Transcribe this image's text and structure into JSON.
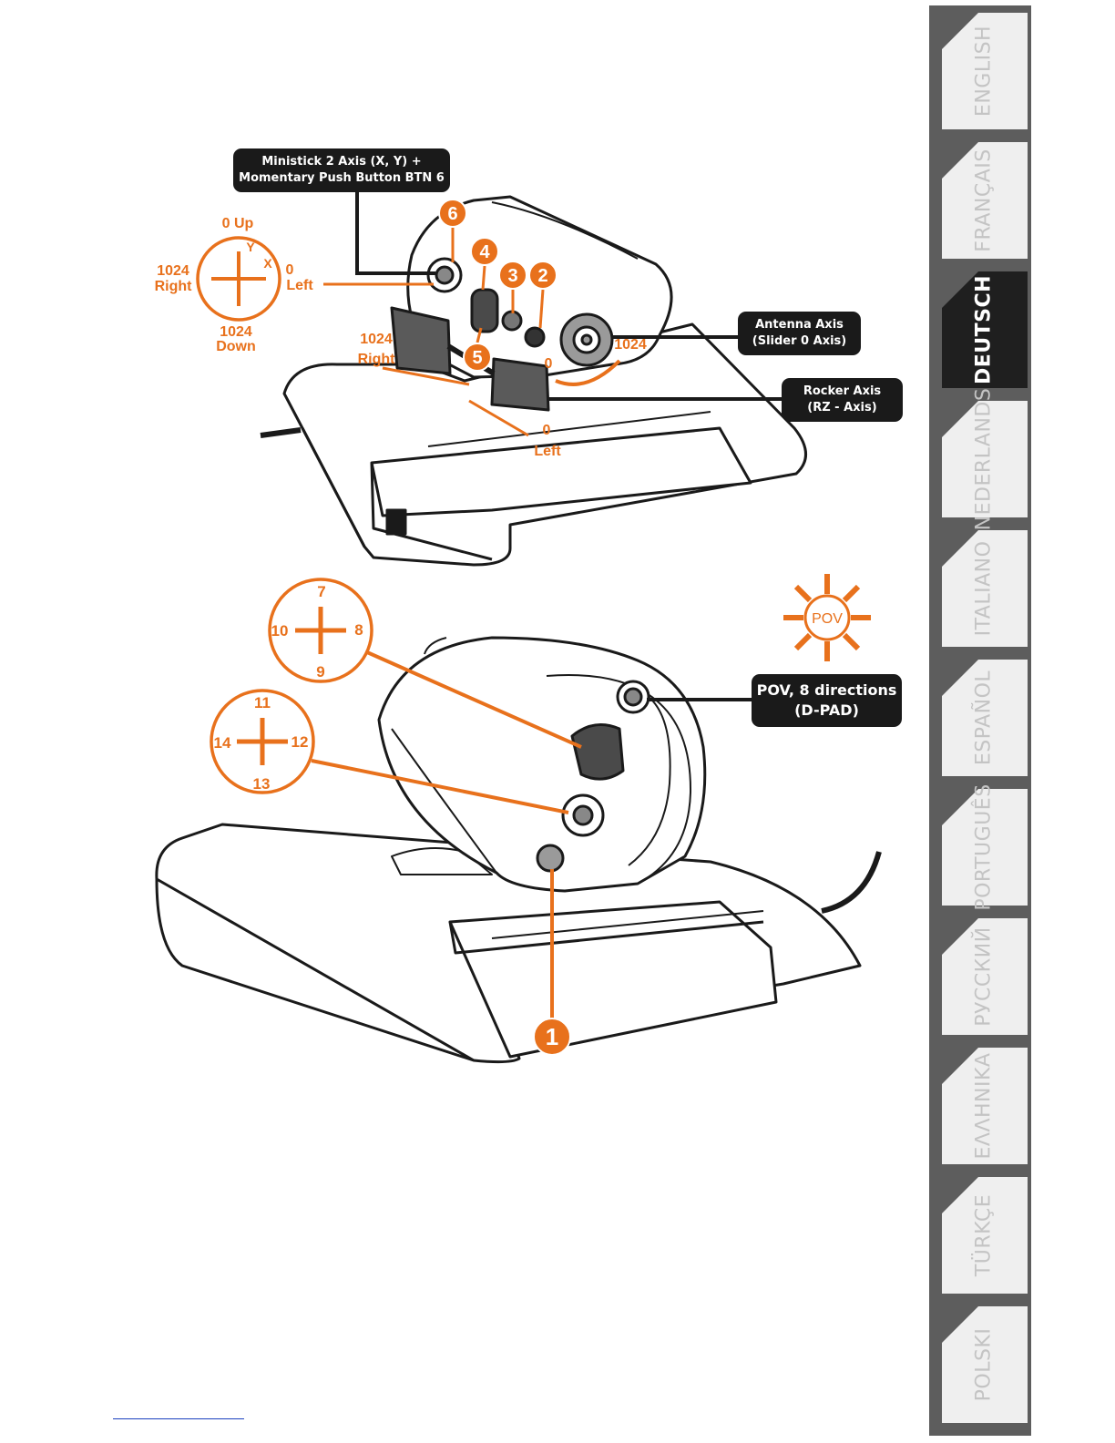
{
  "language_tabs": [
    {
      "label": "ENGLISH",
      "active": false
    },
    {
      "label": "FRANÇAIS",
      "active": false
    },
    {
      "label": "DEUTSCH",
      "active": true
    },
    {
      "label": "NEDERLANDS",
      "active": false
    },
    {
      "label": "ITALIANO",
      "active": false
    },
    {
      "label": "ESPAÑOL",
      "active": false
    },
    {
      "label": "PORTUGUÊS",
      "active": false
    },
    {
      "label": "РУССКИЙ",
      "active": false
    },
    {
      "label": "ΕΛΛΗΝΙΚΑ",
      "active": false
    },
    {
      "label": "TÜRKÇE",
      "active": false
    },
    {
      "label": "POLSKI",
      "active": false
    }
  ],
  "top_diagram": {
    "ministick_callout": {
      "line1": "Ministick 2 Axis (X, Y) +",
      "line2": "Momentary Push Button BTN 6"
    },
    "antenna_callout": {
      "line1": "Antenna Axis",
      "line2": "(Slider 0 Axis)"
    },
    "rocker_callout": {
      "line1": "Rocker Axis",
      "line2": "(RZ - Axis)"
    },
    "axis_cross": {
      "up": "0 Up",
      "y": "Y",
      "x": "X",
      "left_value": "1024",
      "left_word": "Right",
      "right_value": "0",
      "right_word": "Left",
      "down_value": "1024",
      "down_word": "Down"
    },
    "rocker_labels": {
      "right_value": "1024",
      "right_word": "Right",
      "left_value": "0",
      "left_word": "Left"
    },
    "antenna_labels": {
      "zero": "0",
      "max": "1024"
    },
    "buttons": [
      "6",
      "4",
      "3",
      "2",
      "5"
    ]
  },
  "bottom_diagram": {
    "hat_upper": {
      "up": "7",
      "left": "10",
      "right": "8",
      "down": "9"
    },
    "hat_lower": {
      "up": "11",
      "left": "14",
      "right": "12",
      "down": "13"
    },
    "pov_icon": "POV",
    "pov_callout": {
      "line1": "POV, 8 directions",
      "line2": "(D-PAD)"
    },
    "button_1": "1"
  },
  "colors": {
    "accent": "#e8711c",
    "callout_bg": "#1a1a1a",
    "tab_active": "#1f1f1f",
    "tab_inactive": "#efefef"
  }
}
